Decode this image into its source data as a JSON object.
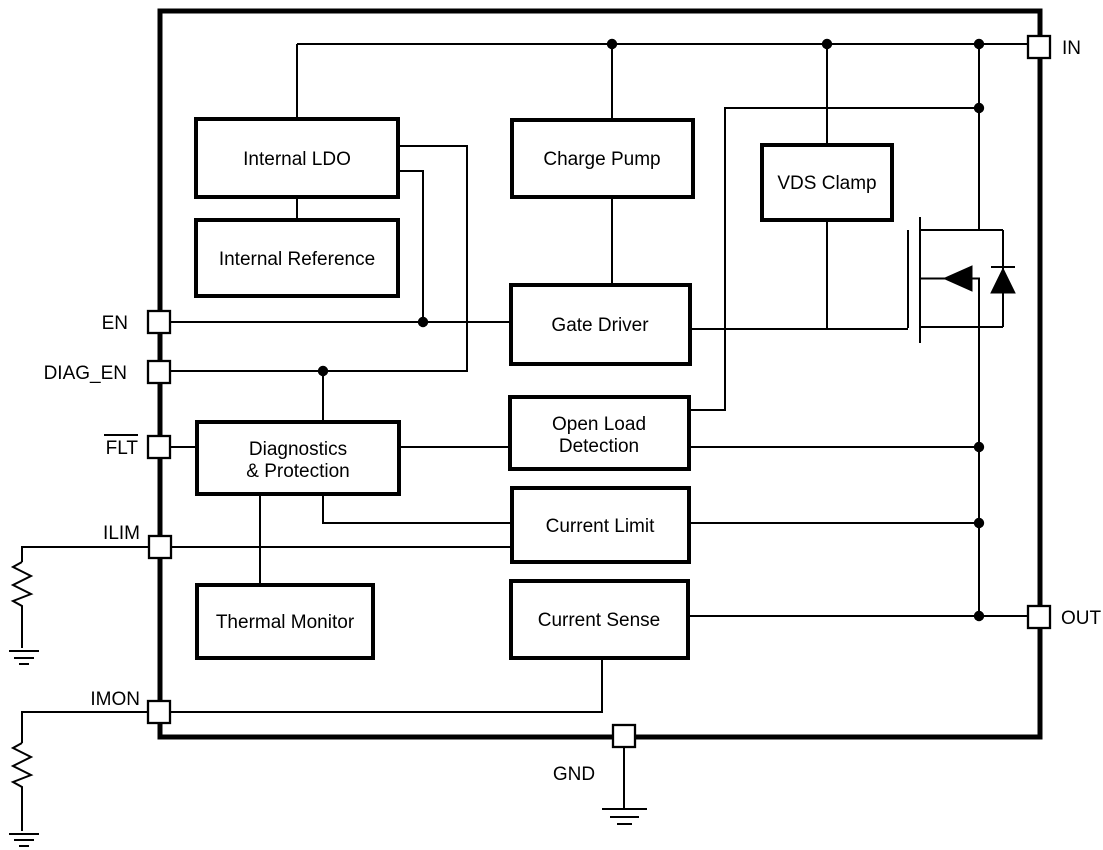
{
  "figure": {
    "kind": "functional-block-diagram",
    "background_color": "#ffffff",
    "line_color": "#000000"
  },
  "blocks": {
    "internal_ldo": {
      "label": "Internal LDO"
    },
    "internal_reference": {
      "label": "Internal Reference"
    },
    "charge_pump": {
      "label": "Charge Pump"
    },
    "vds_clamp": {
      "label": "VDS Clamp"
    },
    "gate_driver": {
      "label": "Gate Driver"
    },
    "open_load_detection": {
      "line1": "Open Load",
      "line2": "Detection"
    },
    "current_limit": {
      "label": "Current Limit"
    },
    "current_sense": {
      "label": "Current Sense"
    },
    "diagnostics_protection": {
      "line1": "Diagnostics",
      "line2": "& Protection"
    },
    "thermal_monitor": {
      "label": "Thermal Monitor"
    }
  },
  "pins": {
    "in": {
      "label": "IN"
    },
    "out": {
      "label": "OUT"
    },
    "en": {
      "label": "EN"
    },
    "diag_en": {
      "label": "DIAG_EN"
    },
    "flt": {
      "label": "FLT",
      "overline": "true"
    },
    "ilim": {
      "label": "ILIM"
    },
    "imon": {
      "label": "IMON"
    },
    "gnd": {
      "label": "GND"
    }
  }
}
